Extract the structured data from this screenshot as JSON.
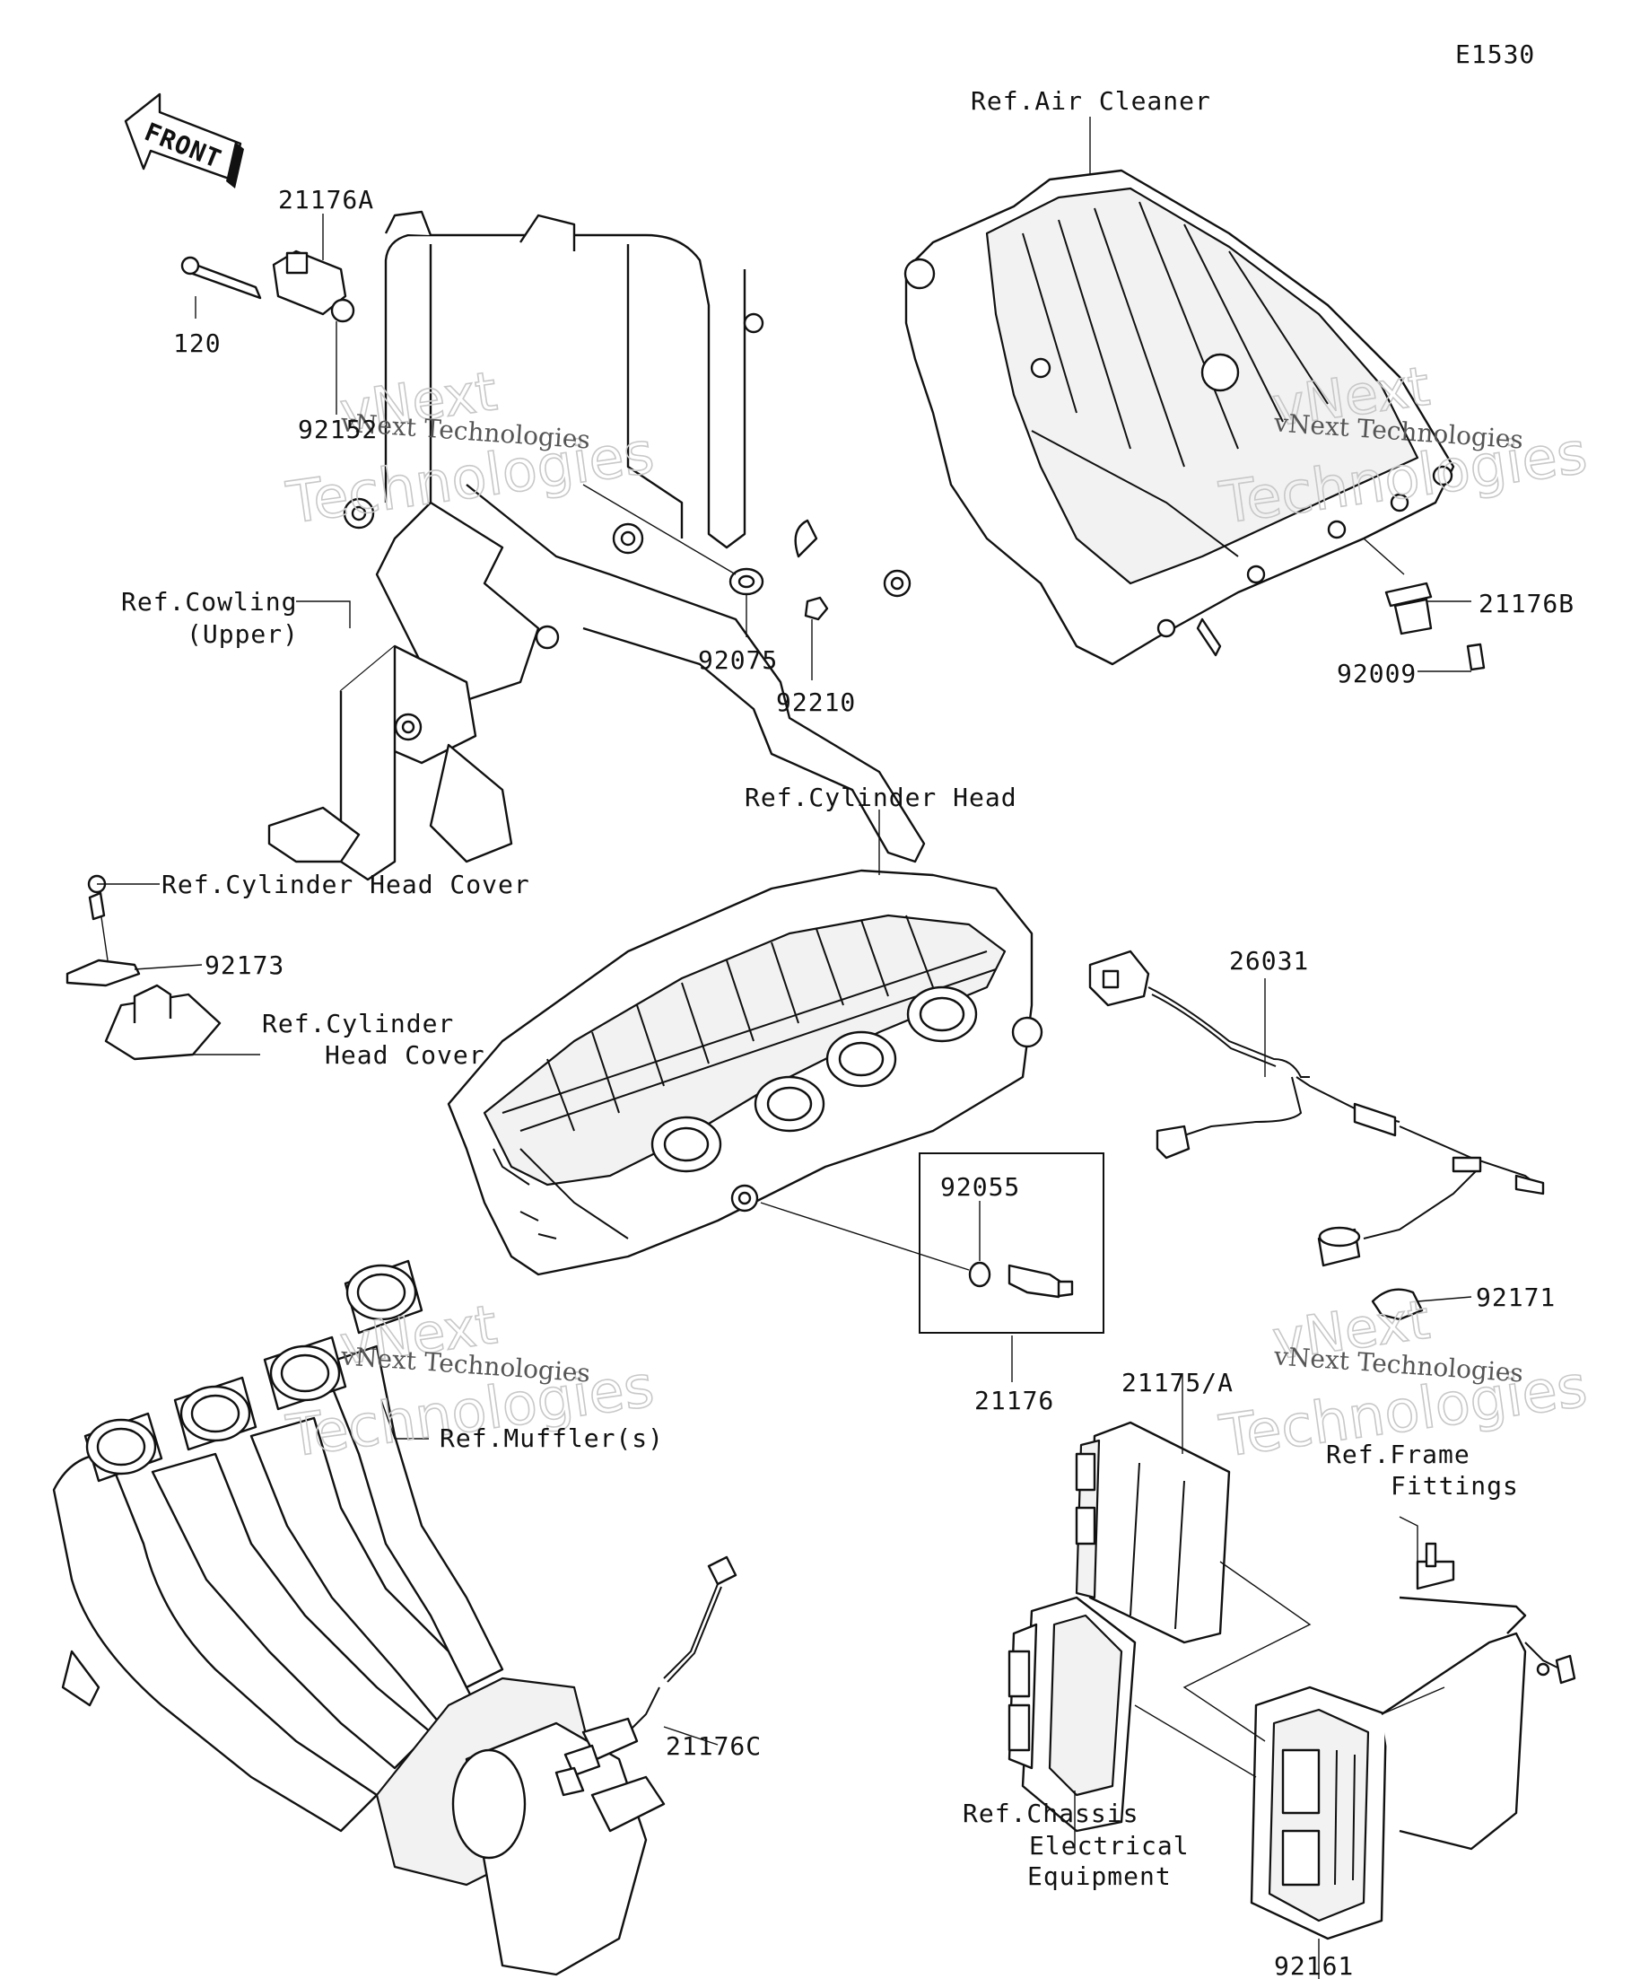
{
  "diagram": {
    "code": "E1530",
    "front_label": "FRONT",
    "parts": {
      "p21176A": "21176A",
      "p120": "120",
      "p92152": "92152",
      "p92075": "92075",
      "p92210": "92210",
      "p21176B": "21176B",
      "p92009": "92009",
      "p92173": "92173",
      "p26031": "26031",
      "p92055": "92055",
      "p21176": "21176",
      "p92171": "92171",
      "p21175A": "21175/A",
      "p21176C": "21176C",
      "p92161": "92161"
    },
    "refs": {
      "air_cleaner": "Ref.Air Cleaner",
      "cowling_1": "Ref.Cowling",
      "cowling_2": "(Upper)",
      "cylinder_head": "Ref.Cylinder Head",
      "head_cover_top": "Ref.Cylinder Head Cover",
      "head_cover_1": "Ref.Cylinder",
      "head_cover_2": "Head Cover",
      "mufflers": "Ref.Muffler(s)",
      "frame_1": "Ref.Frame",
      "frame_2": "Fittings",
      "chassis_1": "Ref.Chassis",
      "chassis_2": "Electrical",
      "chassis_3": "Equipment"
    },
    "watermark": {
      "brand": "vNext",
      "word": "Technologies",
      "full": "vNext Technologies"
    }
  }
}
